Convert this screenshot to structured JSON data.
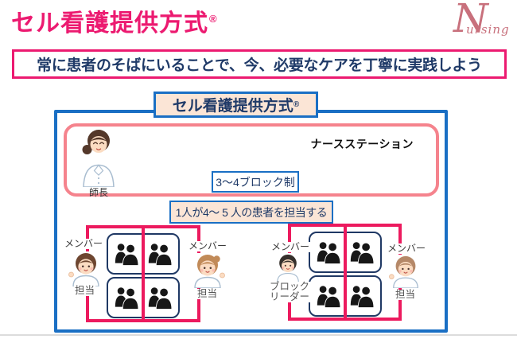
{
  "header": {
    "title": "セル看護提供方式",
    "reg_mark": "®",
    "logo_initial": "N",
    "logo_rest": "ursing",
    "banner": "常に患者のそばにいることで、今、必要なケアを丁寧に実践しよう"
  },
  "diagram": {
    "box_title": "セル看護提供方式",
    "box_title_reg": "®",
    "station_label": "ナースステーション",
    "head_nurse_label": "師長",
    "block_system_label": "3～4ブロック制",
    "assignment_label": "1人が4～ 5 人の患者を担当する",
    "groups": [
      {
        "left_role": "メンバー",
        "left_duty1": "担当",
        "left_duty2": "",
        "right_role": "メンバー",
        "right_duty1": "担当",
        "right_duty2": ""
      },
      {
        "left_role": "メンバー",
        "left_duty1": "ブロック",
        "left_duty2": "リーダー",
        "right_role": "メンバー",
        "right_duty1": "担当",
        "right_duty2": ""
      }
    ]
  },
  "colors": {
    "title_magenta": "#EC1A70",
    "cell_crimson": "#EC1A5E",
    "station_salmon": "#F5838D",
    "frame_blue": "#1A6FC4",
    "navy_text": "#1F3A68",
    "navy_border": "#1F3864",
    "peach_fill": "#FBE5D6",
    "logo_rose": "#C8707C"
  }
}
